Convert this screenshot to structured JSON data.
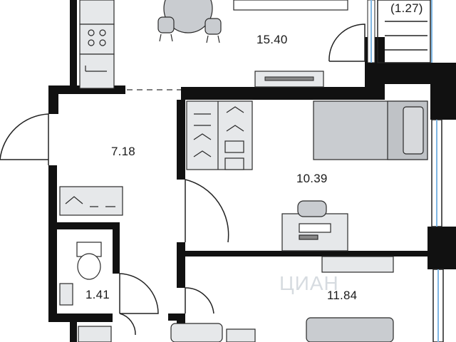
{
  "rooms": {
    "living": "15.40",
    "hall": "7.18",
    "bedroom_1": "10.39",
    "bathroom": "1.41",
    "bedroom_2": "11.84",
    "balcony": "(1.27)"
  },
  "watermark": "ЦИАН",
  "colors": {
    "wall": "#111111",
    "furniture_fill": "#c9ccd0",
    "furniture_stroke": "#2a2a2a",
    "window_blue": "#7fb6e3"
  }
}
